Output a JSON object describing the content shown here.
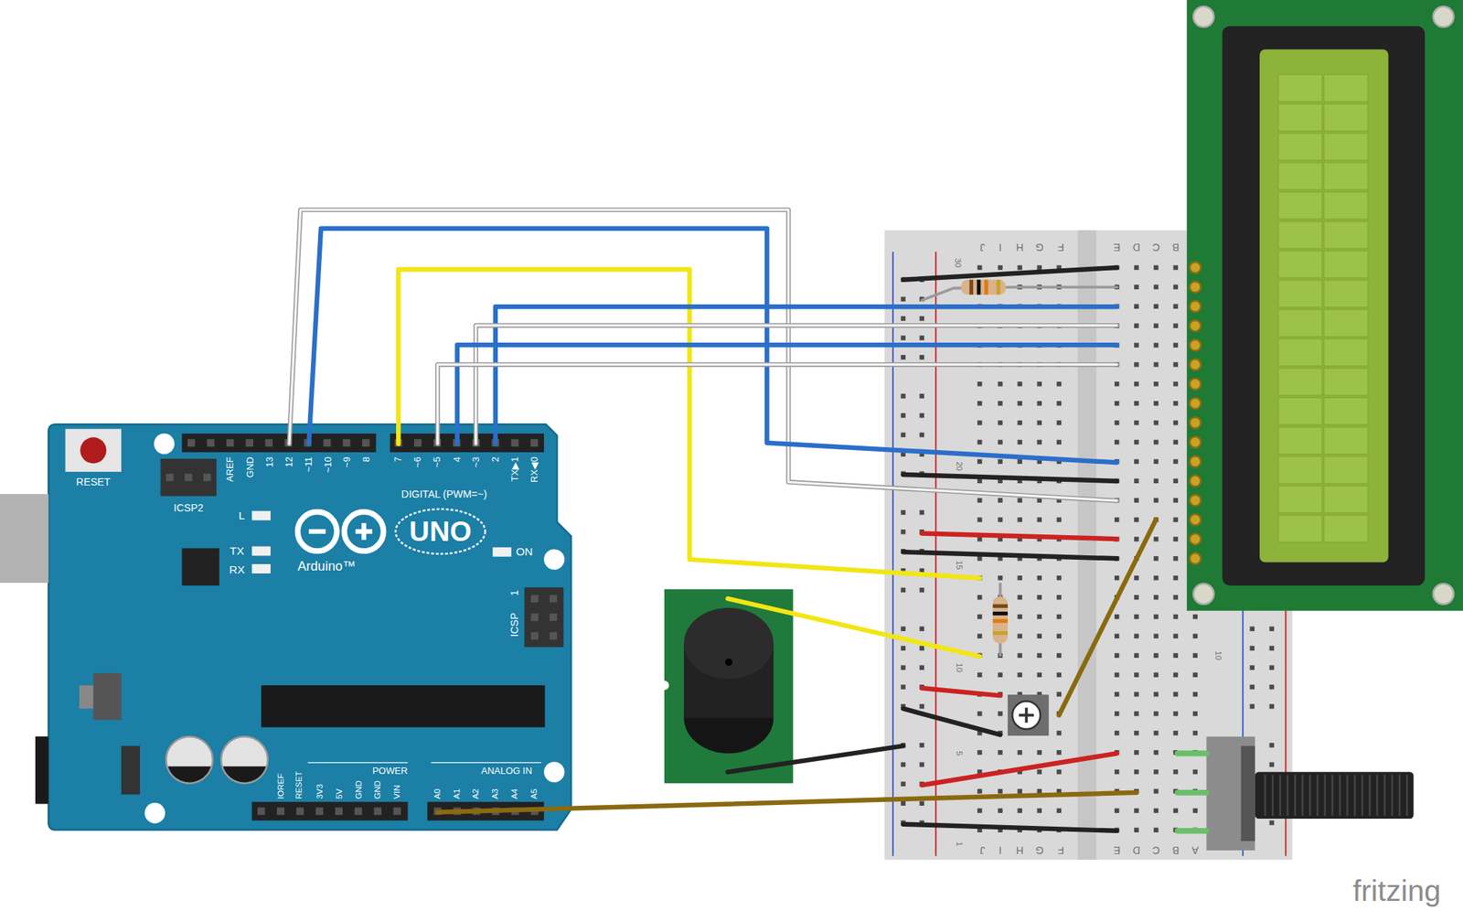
{
  "diagram": {
    "labels": [
      "RESET",
      "ICSP2",
      "AREF",
      "GND",
      "13",
      "12",
      "~11",
      "~10",
      "~9",
      "8",
      "7",
      "~6",
      "~5",
      "4",
      "~3",
      "2",
      "TX▶1",
      "RX◀0",
      "DIGITAL (PWM=~)",
      "L",
      "TX",
      "RX",
      "UNO",
      "Arduino™",
      "ON",
      "1",
      "ICSP",
      "IOREF",
      "RESET",
      "3V3",
      "5V",
      "GND",
      "GND",
      "VIN",
      "POWER",
      "ANALOG IN",
      "A0",
      "A1",
      "A2",
      "A3",
      "A4",
      "A5",
      "J",
      "I",
      "H",
      "G",
      "F",
      "E",
      "D",
      "C",
      "B",
      "J",
      "I",
      "H",
      "G",
      "F",
      "E",
      "D",
      "C",
      "B",
      "A",
      "30",
      "20",
      "15",
      "10",
      "5",
      "1",
      "10",
      "fritzing"
    ]
  }
}
